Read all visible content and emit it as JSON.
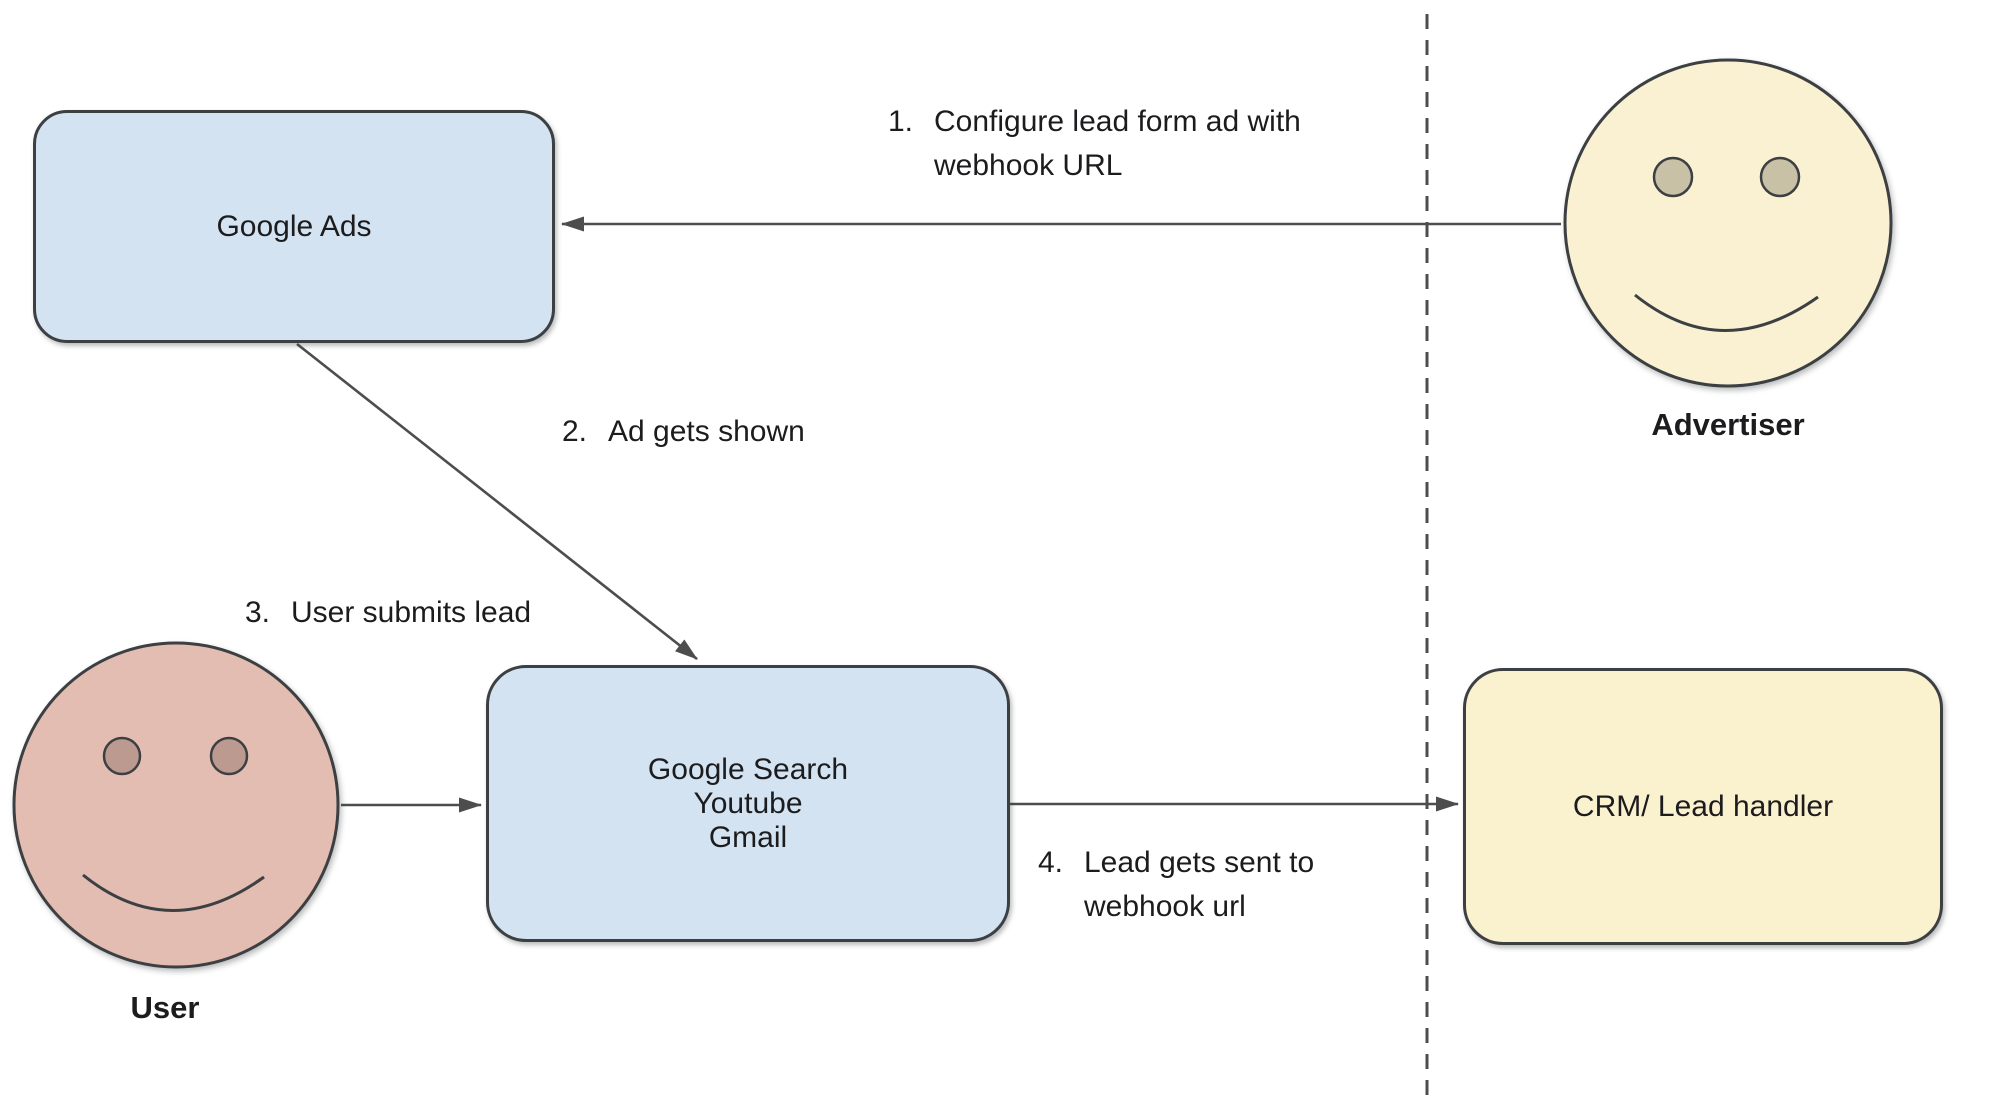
{
  "nodes": {
    "google_ads": {
      "label": "Google Ads"
    },
    "google_search": {
      "lines": [
        "Google Search",
        "Youtube",
        "Gmail"
      ]
    },
    "crm": {
      "label": "CRM/ Lead handler"
    }
  },
  "actors": {
    "advertiser": {
      "label": "Advertiser"
    },
    "user": {
      "label": "User"
    }
  },
  "steps": [
    {
      "num": "1.",
      "lines": [
        "Configure lead form ad with",
        "webhook URL"
      ]
    },
    {
      "num": "2.",
      "lines": [
        "Ad gets shown"
      ]
    },
    {
      "num": "3.",
      "lines": [
        "User submits lead"
      ]
    },
    {
      "num": "4.",
      "lines": [
        "Lead gets sent to",
        "webhook url"
      ]
    }
  ],
  "colors": {
    "node_blue_fill": "#d3e3f1",
    "node_yellow_fill": "#faf1cf",
    "face_advertiser_fill": "#faf1d2",
    "face_advertiser_eye": "#c8c1a6",
    "face_user_fill": "#e3bdb2",
    "face_user_eye": "#bd9a90",
    "shape_border": "#3d4043",
    "connector": "#4d4d4d",
    "text": "#1c1c1e",
    "background": "#ffffff"
  }
}
